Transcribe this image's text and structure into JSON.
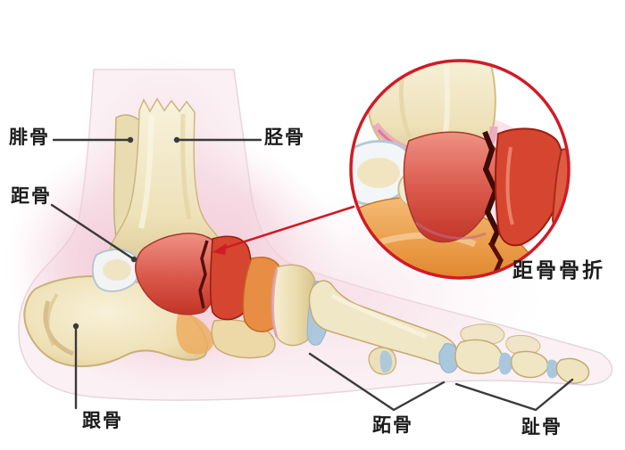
{
  "labels": {
    "fibula": "腓骨",
    "tibia": "胫骨",
    "talus": "距骨",
    "calcaneus": "跟骨",
    "metatarsals": "跖骨",
    "phalanges": "趾骨"
  },
  "inset": {
    "caption": "距骨骨折"
  },
  "colors": {
    "highlight_red": "#cf1b26",
    "label_text": "#1b1b1b",
    "label_line": "#3a3a3a",
    "bone_cream": "#f0e5c2",
    "bone_shade": "#d8c187",
    "bone_orange": "#e58d3a",
    "injury_red": "#cc3a2b",
    "fracture_dark": "#400c06",
    "cartilage_blue": "#a9c7dd",
    "tissue_pink": "#f3cdd8"
  }
}
